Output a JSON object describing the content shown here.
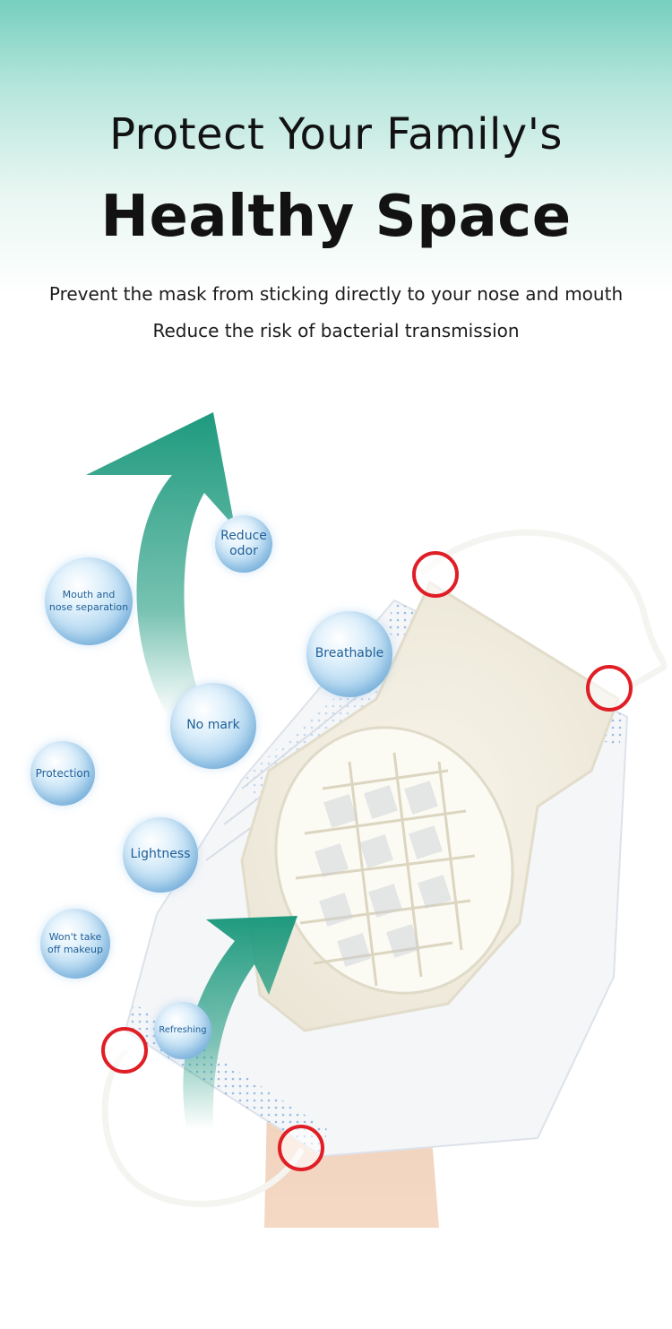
{
  "hero": {
    "headline_line1": "Protect Your Family's",
    "headline_line2": "Healthy Space",
    "subtitle_line1": "Prevent the mask from sticking directly to your nose and mouth",
    "subtitle_line2": "Reduce the risk of bacterial transmission"
  },
  "features": {
    "reduce_odor": "Reduce\nodor",
    "mouth_nose_separation": "Mouth and\nnose separation",
    "breathable": "Breathable",
    "no_mark": "No mark",
    "protection": "Protection",
    "lightness": "Lightness",
    "no_makeup_removal": "Won't take\noff makeup",
    "refreshing": "Refreshing"
  },
  "colors": {
    "header_gradient_top": "#76cfbf",
    "arrow_green": "#1e9a7e",
    "bubble_text": "#1f5f97",
    "marker_red": "#e01e25",
    "mask_blue_dots": "#4a8fd6"
  }
}
